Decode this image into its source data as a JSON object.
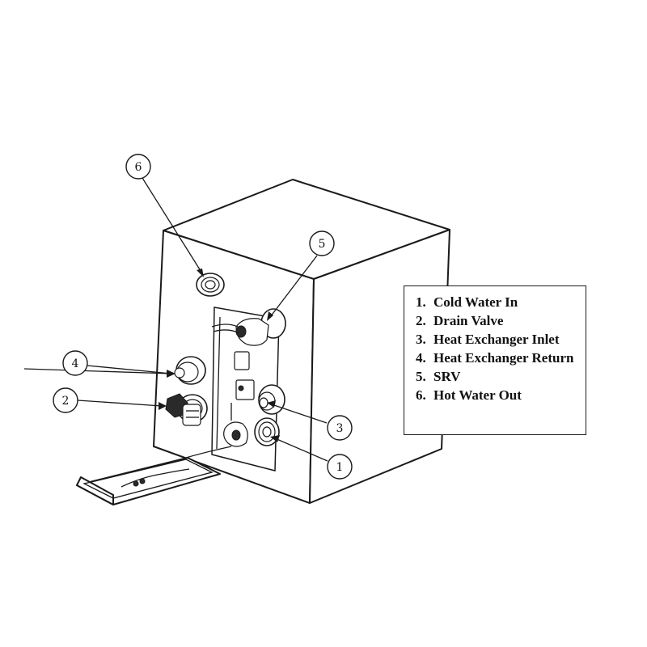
{
  "legend": {
    "items": [
      {
        "num": "1.",
        "label": "Cold Water In"
      },
      {
        "num": "2.",
        "label": "Drain Valve"
      },
      {
        "num": "3.",
        "label": "Heat Exchanger Inlet"
      },
      {
        "num": "4.",
        "label": "Heat Exchanger Return"
      },
      {
        "num": "5.",
        "label": "SRV"
      },
      {
        "num": "6.",
        "label": "Hot Water Out"
      }
    ]
  },
  "callouts": {
    "c1": "1",
    "c2": "2",
    "c3": "3",
    "c4": "4",
    "c5": "5",
    "c6": "6"
  }
}
